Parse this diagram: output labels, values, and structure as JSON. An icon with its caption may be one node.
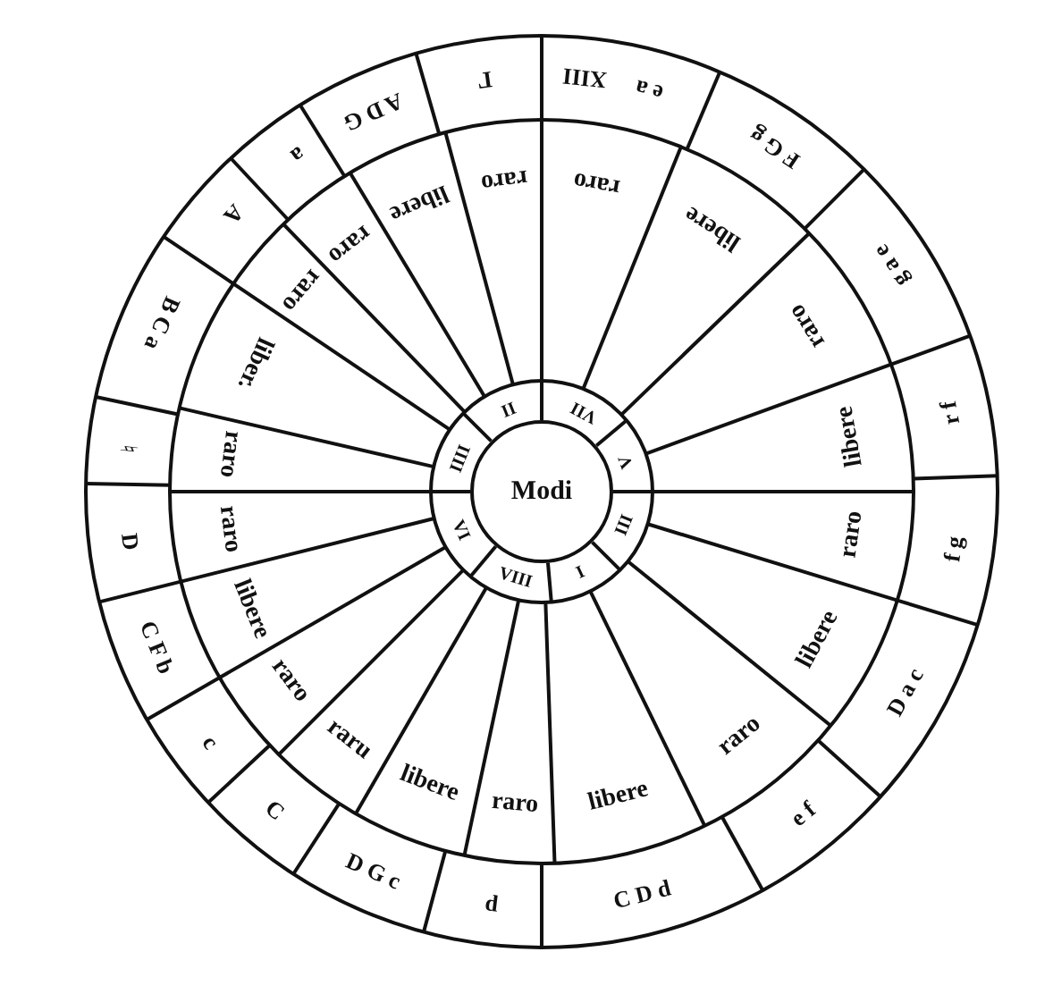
{
  "diagram": {
    "nodes": [
      {
        "text": [
          "Modi"
        ]
      }
    ],
    "labels": [
      "II",
      "VII",
      "V",
      "III",
      "I",
      "VIII",
      "VI",
      "IIII",
      "raro",
      "raro",
      "libere",
      "raro",
      "libere",
      "raro",
      "libere",
      "raro",
      "libere",
      "raro",
      "libere",
      "raru",
      "raro",
      "libere",
      "raro",
      "raro",
      "liber.",
      "raro",
      "raro",
      "libere",
      "XIII",
      "e a",
      "F G g",
      "g a e",
      "r f",
      "f g",
      "D a c",
      "e f",
      "C D d",
      "d",
      "D G c",
      "C",
      "c",
      "C F b",
      "D",
      "♮",
      "B C a",
      "A",
      "a",
      "A D G",
      "Γ"
    ]
  }
}
